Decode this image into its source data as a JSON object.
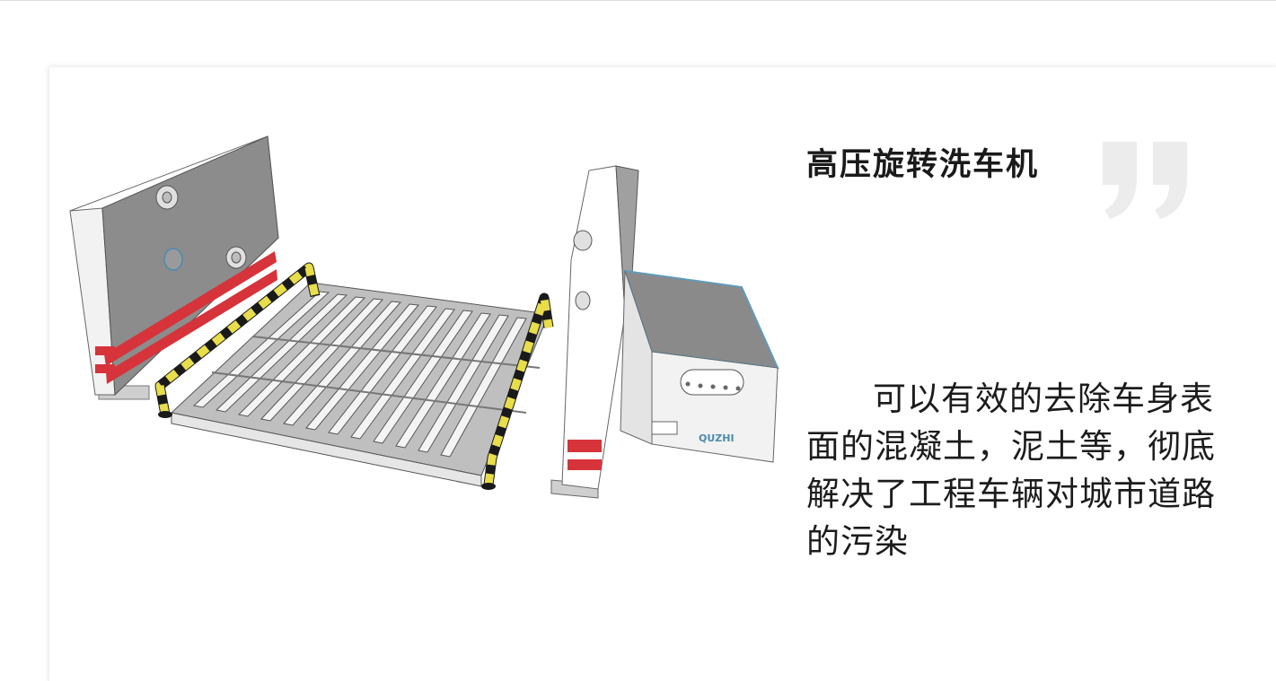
{
  "card": {
    "title": "高压旋转洗车机",
    "description": "可以有效的去除车身表面的混凝土，泥土等，彻底解决了工程车辆对城市道路的污染",
    "illustration": {
      "control_box_logo": "QUZHI"
    }
  },
  "colors": {
    "title_text": "#1a1a1a",
    "body_text": "#1c1c1c",
    "quote_mark": "#e8e8e8",
    "panel_gray": "#8a8a8a",
    "stripe_red": "#d6333a",
    "rail_yellow": "#e8dd4a",
    "rail_black": "#1a1a1a",
    "box_frame": "#5f9bb8"
  },
  "icons": {
    "quote": "closing-quote-icon"
  }
}
